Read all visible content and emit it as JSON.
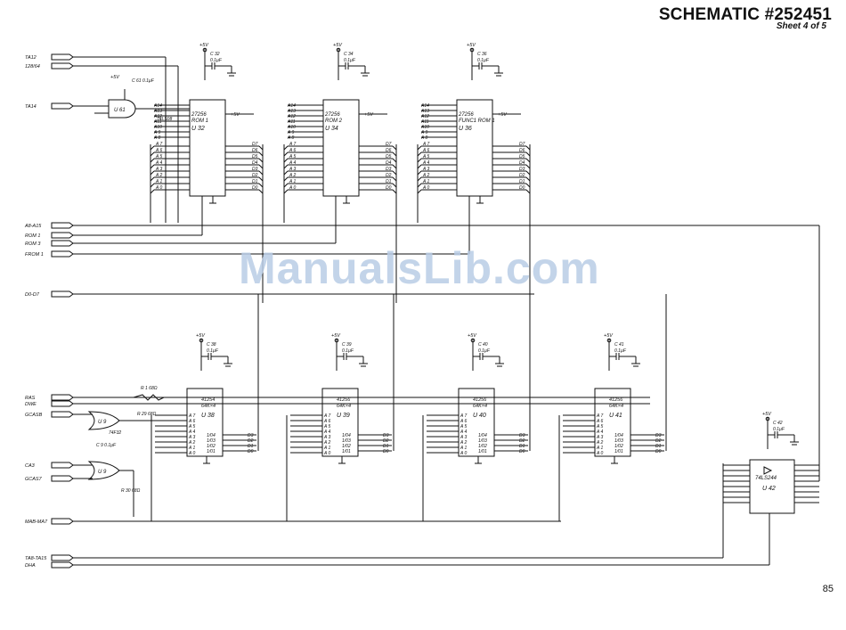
{
  "header": {
    "title": "SCHEMATIC #252451",
    "subtitle": "Sheet 4 of 5",
    "page_number": "85",
    "watermark": "ManualsLib.com"
  },
  "connectors": [
    {
      "label": "TA12"
    },
    {
      "label": "128/64"
    },
    {
      "label": "TA14"
    },
    {
      "label": "A8-A15"
    },
    {
      "label": "ROM 1"
    },
    {
      "label": "ROM 3"
    },
    {
      "label": "FROM 1"
    },
    {
      "label": "D0-D7"
    },
    {
      "label": "RAS"
    },
    {
      "label": "DWE"
    },
    {
      "label": "GCASB"
    },
    {
      "label": "CA3"
    },
    {
      "label": "GCAS7"
    },
    {
      "label": "MAB-MA7"
    },
    {
      "label": "TA8-TA15"
    },
    {
      "label": "DHA"
    }
  ],
  "power": {
    "vcc": "+5V"
  },
  "roms": [
    {
      "ref": "U 32",
      "part": "27256",
      "name": "ROM 1",
      "cap": "C 32",
      "cap_val": "0.1µF"
    },
    {
      "ref": "U 34",
      "part": "27256",
      "name": "ROM 2",
      "cap": "C 34",
      "cap_val": "0.1µF"
    },
    {
      "ref": "U 36",
      "part": "27256",
      "name": "FUNC1 ROM 1",
      "cap": "C 36",
      "cap_val": "0.1µF"
    }
  ],
  "rams": [
    {
      "ref": "U 38",
      "part": "41254",
      "name": "64K×4",
      "cap": "C 38",
      "cap_val": "0.1µF"
    },
    {
      "ref": "U 39",
      "part": "41256",
      "name": "64K×4",
      "cap": "C 39",
      "cap_val": "0.1µF"
    },
    {
      "ref": "U 40",
      "part": "41256",
      "name": "64K×4",
      "cap": "C 40",
      "cap_val": "0.1µF"
    },
    {
      "ref": "U 41",
      "part": "41256",
      "name": "64K×4",
      "cap": "C 41",
      "cap_val": "0.1µF"
    }
  ],
  "gates": [
    {
      "ref": "U 61",
      "part": "74LS08"
    },
    {
      "ref": "U 9",
      "part": "74F32"
    },
    {
      "ref": "U 9",
      "part": ""
    }
  ],
  "buffer": {
    "ref": "U 42",
    "part": "74LS244",
    "cap": "C 42",
    "cap_val": "0.1µF"
  },
  "passives": [
    {
      "ref": "C 61",
      "val": "0.1µF"
    },
    {
      "ref": "C 9",
      "val": "0.1µF"
    },
    {
      "ref": "R 1",
      "val": "68Ω"
    },
    {
      "ref": "R 29",
      "val": "68Ω"
    },
    {
      "ref": "R 30",
      "val": "68Ω"
    }
  ],
  "rom_pin_labels": [
    "A 7",
    "A 6",
    "A 5",
    "A 4",
    "A 3",
    "A 2",
    "A 1",
    "A 0"
  ],
  "rom_data_labels": [
    "D7",
    "D6",
    "D5",
    "D4",
    "D3",
    "D2",
    "D1",
    "D0"
  ],
  "rom_top_labels": [
    "A14",
    "A13",
    "A12",
    "A11",
    "A10",
    "A 9",
    "A 8"
  ],
  "ram_addr_labels": [
    "A 7",
    "A 6",
    "A 5",
    "A 4",
    "A 3",
    "A 2",
    "A 1",
    "A 0"
  ],
  "ram_io_labels": [
    "1/04",
    "1/03",
    "1/02",
    "1/01"
  ],
  "ram_data_labels": [
    "D3",
    "D2",
    "D1",
    "D0"
  ]
}
